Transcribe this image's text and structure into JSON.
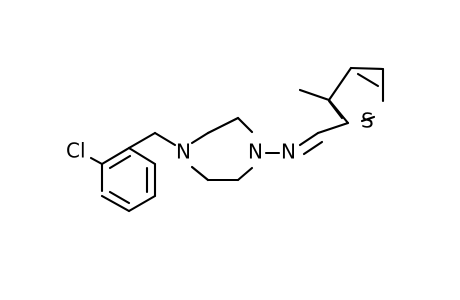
{
  "molecule": {
    "atoms": {
      "cl": "Cl",
      "n_piperazine_left": "N",
      "n_piperazine_right": "N",
      "n_imine": "N",
      "s_thiophene": "S"
    }
  }
}
